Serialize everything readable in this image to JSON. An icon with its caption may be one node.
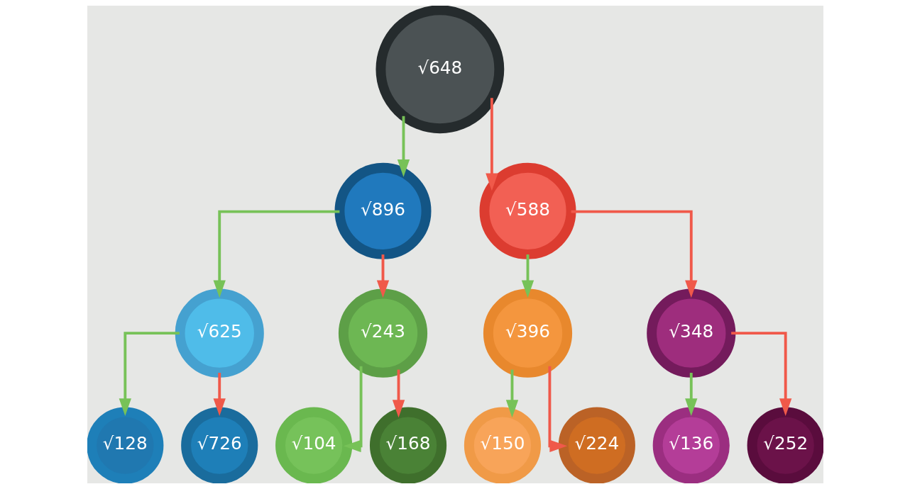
{
  "diagram": {
    "nodes": [
      {
        "text": [
          "√648"
        ]
      },
      {
        "text": [
          "√896"
        ]
      },
      {
        "text": [
          "√588"
        ]
      },
      {
        "text": [
          "√625"
        ]
      },
      {
        "text": [
          "√243"
        ]
      },
      {
        "text": [
          "√396"
        ]
      },
      {
        "text": [
          "√348"
        ]
      },
      {
        "text": [
          "√128"
        ]
      },
      {
        "text": [
          "√726"
        ]
      },
      {
        "text": [
          "√104"
        ]
      },
      {
        "text": [
          "√168"
        ]
      },
      {
        "text": [
          "√150"
        ]
      },
      {
        "text": [
          "√224"
        ]
      },
      {
        "text": [
          "√136"
        ]
      },
      {
        "text": [
          "√252"
        ]
      }
    ],
    "edges": [
      {
        "from": 0,
        "to": 1,
        "arrow": "to",
        "color": "#77c258"
      },
      {
        "from": 0,
        "to": 2,
        "arrow": "to",
        "color": "#f0594a"
      },
      {
        "from": 1,
        "to": 3,
        "arrow": "to",
        "color": "#77c258"
      },
      {
        "from": 1,
        "to": 4,
        "arrow": "to",
        "color": "#f0594a"
      },
      {
        "from": 2,
        "to": 5,
        "arrow": "to",
        "color": "#77c258"
      },
      {
        "from": 2,
        "to": 6,
        "arrow": "to",
        "color": "#f0594a"
      },
      {
        "from": 3,
        "to": 7,
        "arrow": "to",
        "color": "#77c258"
      },
      {
        "from": 3,
        "to": 8,
        "arrow": "to",
        "color": "#f0594a"
      },
      {
        "from": 4,
        "to": 9,
        "arrow": "to",
        "color": "#77c258"
      },
      {
        "from": 4,
        "to": 10,
        "arrow": "to",
        "color": "#f0594a"
      },
      {
        "from": 5,
        "to": 11,
        "arrow": "to",
        "color": "#77c258"
      },
      {
        "from": 5,
        "to": 12,
        "arrow": "to",
        "color": "#f0594a"
      },
      {
        "from": 6,
        "to": 13,
        "arrow": "to",
        "color": "#77c258"
      },
      {
        "from": 6,
        "to": 14,
        "arrow": "to",
        "color": "#f0594a"
      }
    ]
  }
}
